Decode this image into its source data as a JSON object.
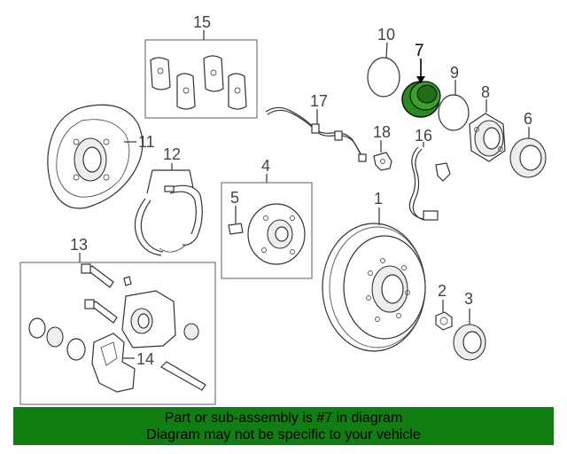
{
  "diagram": {
    "labels": {
      "p1": "1",
      "p2": "2",
      "p3": "3",
      "p4": "4",
      "p5": "5",
      "p6": "6",
      "p7": "7",
      "p8": "8",
      "p9": "9",
      "p10": "10",
      "p11": "11",
      "p12": "12",
      "p13": "13",
      "p14": "14",
      "p15": "15",
      "p16": "16",
      "p17": "17",
      "p18": "18"
    },
    "highlighted_part": "7",
    "highlight_color": "#2a8a1f",
    "banner_color": "#127d12"
  },
  "banner": {
    "line1": "Part or sub-assembly is #7 in diagram",
    "line2": "Diagram may not be specific to your vehicle"
  }
}
